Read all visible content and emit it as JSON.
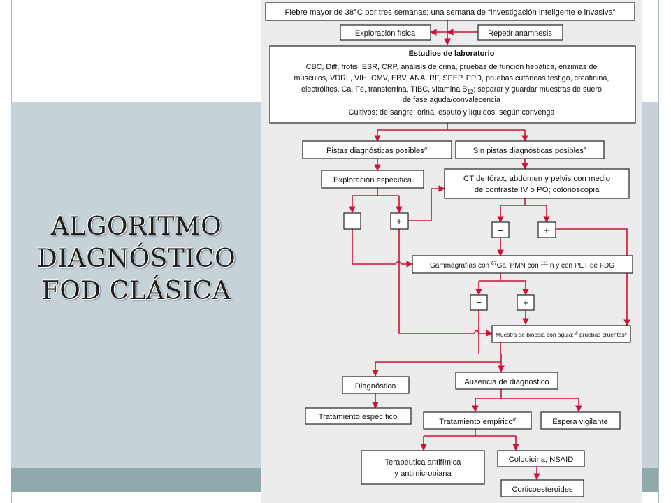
{
  "slide": {
    "title_lines": [
      "ALGORITMO",
      "DIAGNÓSTICO",
      "FOD CLÁSICA"
    ]
  },
  "colors": {
    "arrow": "#d0103a",
    "panel": "#c6d2d8",
    "band": "#8fa9ad"
  },
  "flowchart": {
    "top": "Fiebre mayor de 38°C por tres semanas; una semana de “investigación inteligente e invasiva”",
    "exploracion_fisica": "Exploración física",
    "repetir_anamnesis": "Repetir anamnesis",
    "lab_title": "Estudios de laboratorio",
    "lab_line1": "CBC, Diff, frotis, ESR, CRP, análisis de orina, pruebas de función hepática, enzimas de",
    "lab_line2": "músculos, VDRL, VIH, CMV, EBV, ANA, RF, SPEP, PPD, pruebas cutáneas testigo, creatinina,",
    "lab_line3a": "electrólitos, Ca, Fe, transferrina, TIBC, vitamina B",
    "lab_line3_sub": "12",
    "lab_line3b": "; separar y guardar muestras de suero",
    "lab_line4": "de fase aguda/convalecencia",
    "lab_line5": "Cultivos: de sangre, orina, esputo y líquidos, según convenga",
    "pistas": "Pistas diagnósticas posibles",
    "pistas_sup": "a",
    "sin_pistas": "Sin pistas diagnósticas posibles",
    "sin_pistas_sup": "a",
    "exploracion_especifica": "Exploración específica",
    "ct_line1": "CT de tórax, abdomen y pelvis con medio",
    "ct_line2": "de contraste IV o PO; colonoscopia",
    "minus": "−",
    "plus": "+",
    "gamma_a": "Gammagrafías con ",
    "gamma_sup1": "67",
    "gamma_b": "Ga, PMN con ",
    "gamma_sup2": "111",
    "gamma_c": "In y con PET de FDG",
    "biopsia_a": "Muestra de biopsia con aguja; ",
    "biopsia_sup_b": "b",
    "biopsia_b": " pruebas cruentas",
    "biopsia_sup_c": "c",
    "diagnostico": "Diagnóstico",
    "ausencia": "Ausencia de diagnóstico",
    "tratamiento_especifico": "Tratamiento específico",
    "tratamiento_empirico": "Tratamiento empírico",
    "tratamiento_empirico_sup": "d",
    "espera_vigilante": "Espera vigilante",
    "terapeutica_line1": "Terapéutica antifímica",
    "terapeutica_line2": "y antimicrobiana",
    "colquicina": "Colquicina; NSAID",
    "corticoesteroides": "Corticoesteroides"
  }
}
